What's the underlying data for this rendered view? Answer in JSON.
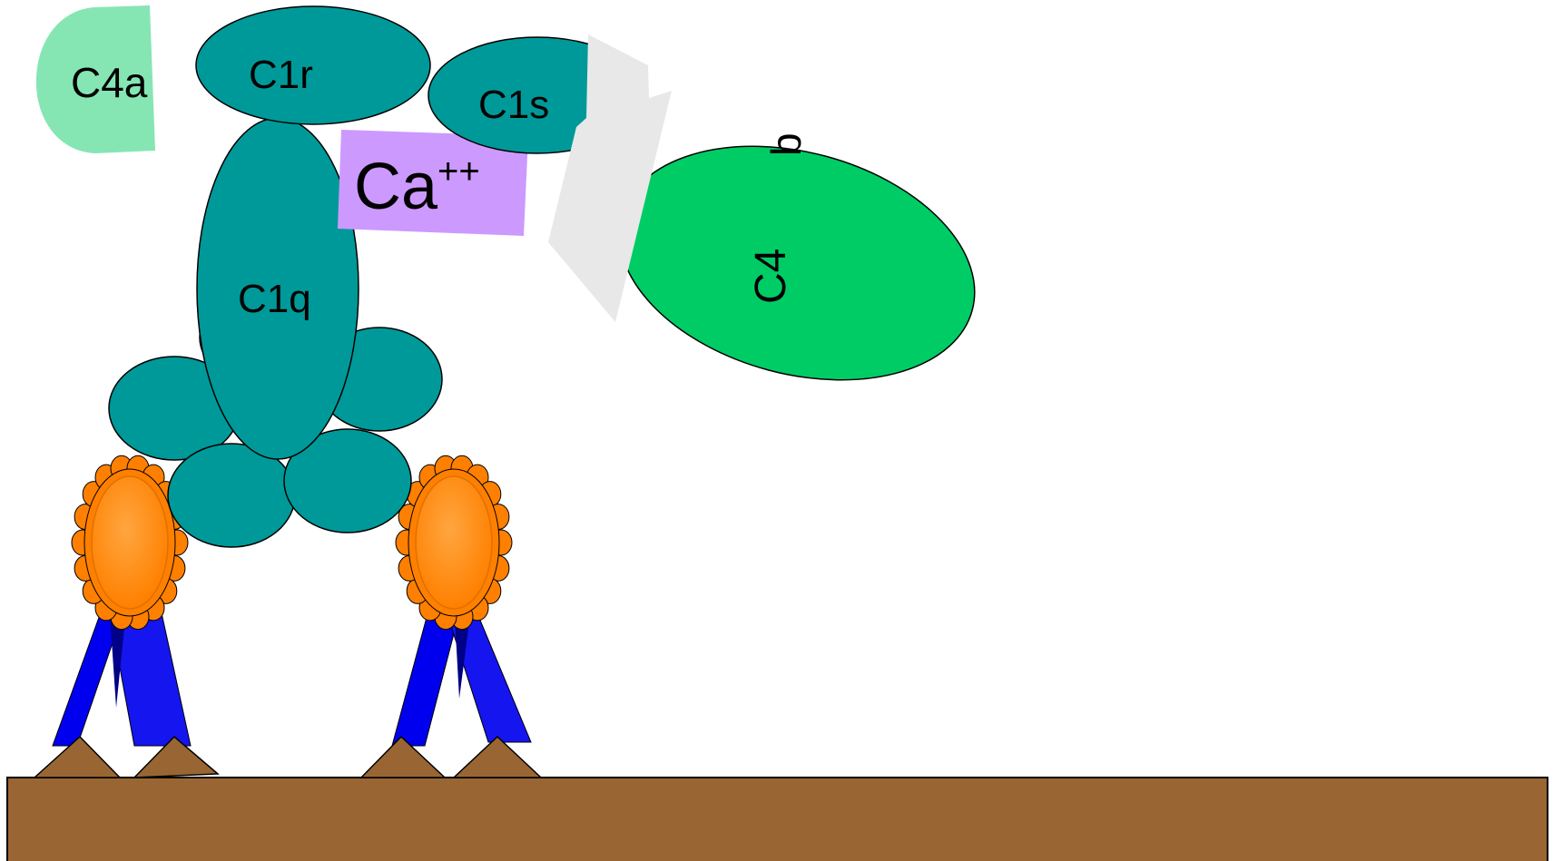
{
  "labels": {
    "c4a": "C4a",
    "c1r": "C1r",
    "c1s": "C1s",
    "ca": "Ca",
    "ca_superscript": "++",
    "c1q": "C1q",
    "c4": "C4",
    "c4b_suffix": "b"
  },
  "colors": {
    "teal": "#009999",
    "c4a_green": "#85E6B4",
    "c4b_green": "#00CC66",
    "calcium_purple": "#CC99FF",
    "cleavage_gray": "#E8E8E8",
    "rosette_orange": "#FF8000",
    "ribbon_blue": "#0000EE",
    "antigen_brown": "#996633",
    "surface_brown": "#996633"
  },
  "icons": [
    "antibody-rosette-icon",
    "antigen-spike-icon"
  ]
}
